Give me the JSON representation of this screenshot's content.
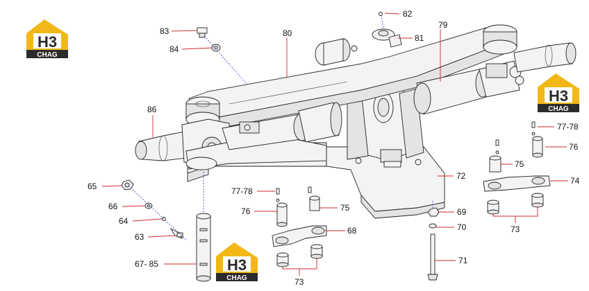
{
  "labels": {
    "l63": "63",
    "l64": "64",
    "l65": "65",
    "l66": "66",
    "l67_85": "67- 85",
    "l68": "68",
    "l69": "69",
    "l70": "70",
    "l71": "71",
    "l72": "72",
    "l73a": "73",
    "l73b": "73",
    "l74": "74",
    "l75a": "75",
    "l75b": "75",
    "l76a": "76",
    "l76b": "76",
    "l77_78a": "77-78",
    "l77_78b": "77-78",
    "l79": "79",
    "l80": "80",
    "l81": "81",
    "l82": "82",
    "l83": "83",
    "l84": "84",
    "l86": "86"
  },
  "logo": {
    "mark": "H3",
    "brand": "CHAG"
  },
  "colors": {
    "leader": "#cc2a2a",
    "logo_yellow": "#f2b817",
    "logo_dark": "#2b2b2b",
    "axis_dash": "#2a3cb8"
  }
}
